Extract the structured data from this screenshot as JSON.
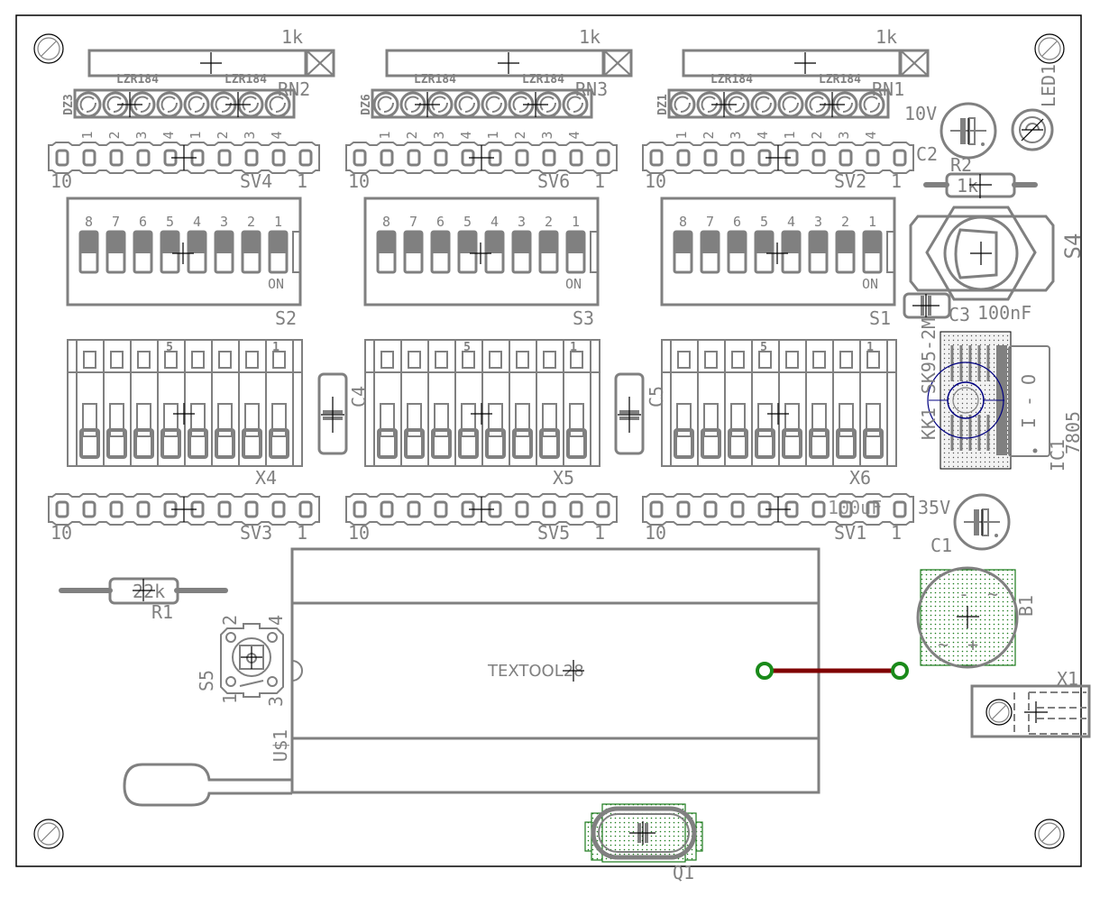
{
  "board": {
    "title": "PCB silkscreen layout",
    "colors": {
      "silkscreen": "#808080",
      "outline": "#000000",
      "pad_green": "#1a7a1a",
      "trace_red": "#800000",
      "heatsink_blue": "#000080"
    }
  },
  "columns": [
    {
      "resnet_value": "1k",
      "resnet_name": "RN2",
      "led_label_a": "LZR184",
      "led_label_b": "LZR184",
      "led_ref": "DZ3",
      "header_top_pin_labels": [
        "1",
        "2",
        "3",
        "4",
        "1",
        "2",
        "3",
        "4"
      ],
      "header_top_name": "SV4",
      "header_top_left": "10",
      "header_top_right": "1",
      "dip_name": "S2",
      "dip_numbers": [
        "8",
        "7",
        "6",
        "5",
        "4",
        "3",
        "2",
        "1"
      ],
      "dip_on_label": "ON",
      "slide_name": "X4",
      "slide_mark_5": "5",
      "slide_mark_1": "1",
      "header_bottom_name": "SV3",
      "header_bottom_left": "10",
      "header_bottom_right": "1"
    },
    {
      "resnet_value": "1k",
      "resnet_name": "RN3",
      "led_label_a": "LZR184",
      "led_label_b": "LZR184",
      "led_ref": "DZ6",
      "header_top_pin_labels": [
        "1",
        "2",
        "3",
        "4",
        "1",
        "2",
        "3",
        "4"
      ],
      "header_top_name": "SV6",
      "header_top_left": "10",
      "header_top_right": "1",
      "dip_name": "S3",
      "dip_numbers": [
        "8",
        "7",
        "6",
        "5",
        "4",
        "3",
        "2",
        "1"
      ],
      "dip_on_label": "ON",
      "slide_name": "X5",
      "slide_mark_5": "5",
      "slide_mark_1": "1",
      "header_bottom_name": "SV5",
      "header_bottom_left": "10",
      "header_bottom_right": "1"
    },
    {
      "resnet_value": "1k",
      "resnet_name": "RN1",
      "led_label_a": "LZR184",
      "led_label_b": "LZR184",
      "led_ref": "DZ1",
      "header_top_pin_labels": [
        "1",
        "2",
        "3",
        "4",
        "1",
        "2",
        "3",
        "4"
      ],
      "header_top_name": "SV2",
      "header_top_left": "10",
      "header_top_right": "1",
      "dip_name": "S1",
      "dip_numbers": [
        "8",
        "7",
        "6",
        "5",
        "4",
        "3",
        "2",
        "1"
      ],
      "dip_on_label": "ON",
      "slide_name": "X6",
      "slide_mark_5": "5",
      "slide_mark_1": "1",
      "header_bottom_name": "SV1",
      "header_bottom_left": "10",
      "header_bottom_right": "1"
    }
  ],
  "caps_between": [
    {
      "name": "C4"
    },
    {
      "name": "C5"
    }
  ],
  "right_side": {
    "c2_name": "C2",
    "c2_value": "10V",
    "led1_name": "LED1",
    "r2_name": "R2",
    "r2_value": "1k",
    "s4_name": "S4",
    "c3_name": "C3",
    "c3_value": "100nF",
    "heatsink_name": "KK1",
    "heatsink_value": "SK95-2M",
    "ic1_name": "IC1",
    "ic1_value": "7805",
    "ic1_pin_labels": "I - O",
    "c1_name": "C1",
    "c1_value": "35V",
    "c1_cap_overlap": "100uF",
    "b1_name": "B1",
    "b1_symbols": [
      "-",
      "~",
      "~",
      "+"
    ],
    "x1_name": "X1"
  },
  "bottom": {
    "r1_name": "R1",
    "r1_value": "22k",
    "s5_name": "S5",
    "s5_pins": [
      "2",
      "4",
      "1",
      "3"
    ],
    "socket_name": "U$1",
    "socket_value": "TEXTOOL28",
    "q1_name": "Q1"
  }
}
